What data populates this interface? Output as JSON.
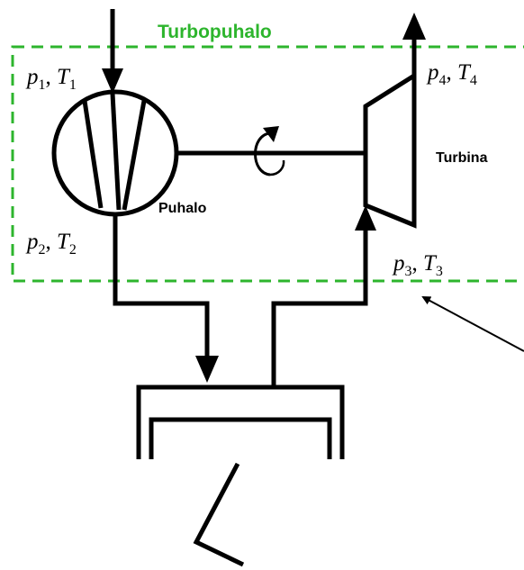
{
  "diagram": {
    "title": "Turbopuhalo",
    "compressor_label": "Puhalo",
    "turbine_label": "Turbina",
    "states": {
      "inlet": {
        "p": "p",
        "p_sub": "1",
        "sep": ", ",
        "t": "T",
        "t_sub": "1"
      },
      "compressor_out": {
        "p": "p",
        "p_sub": "2",
        "sep": ", ",
        "t": "T",
        "t_sub": "2"
      },
      "turbine_in": {
        "p": "p",
        "p_sub": "3",
        "sep": ", ",
        "t": "T",
        "t_sub": "3"
      },
      "turbine_out": {
        "p": "p",
        "p_sub": "4",
        "sep": ", ",
        "t": "T",
        "t_sub": "4"
      }
    }
  },
  "colors": {
    "frame": "#2db52d",
    "line": "#000000",
    "background": "#ffffff"
  },
  "icons": {
    "rotation": "curved-rotation-arrow-icon"
  }
}
